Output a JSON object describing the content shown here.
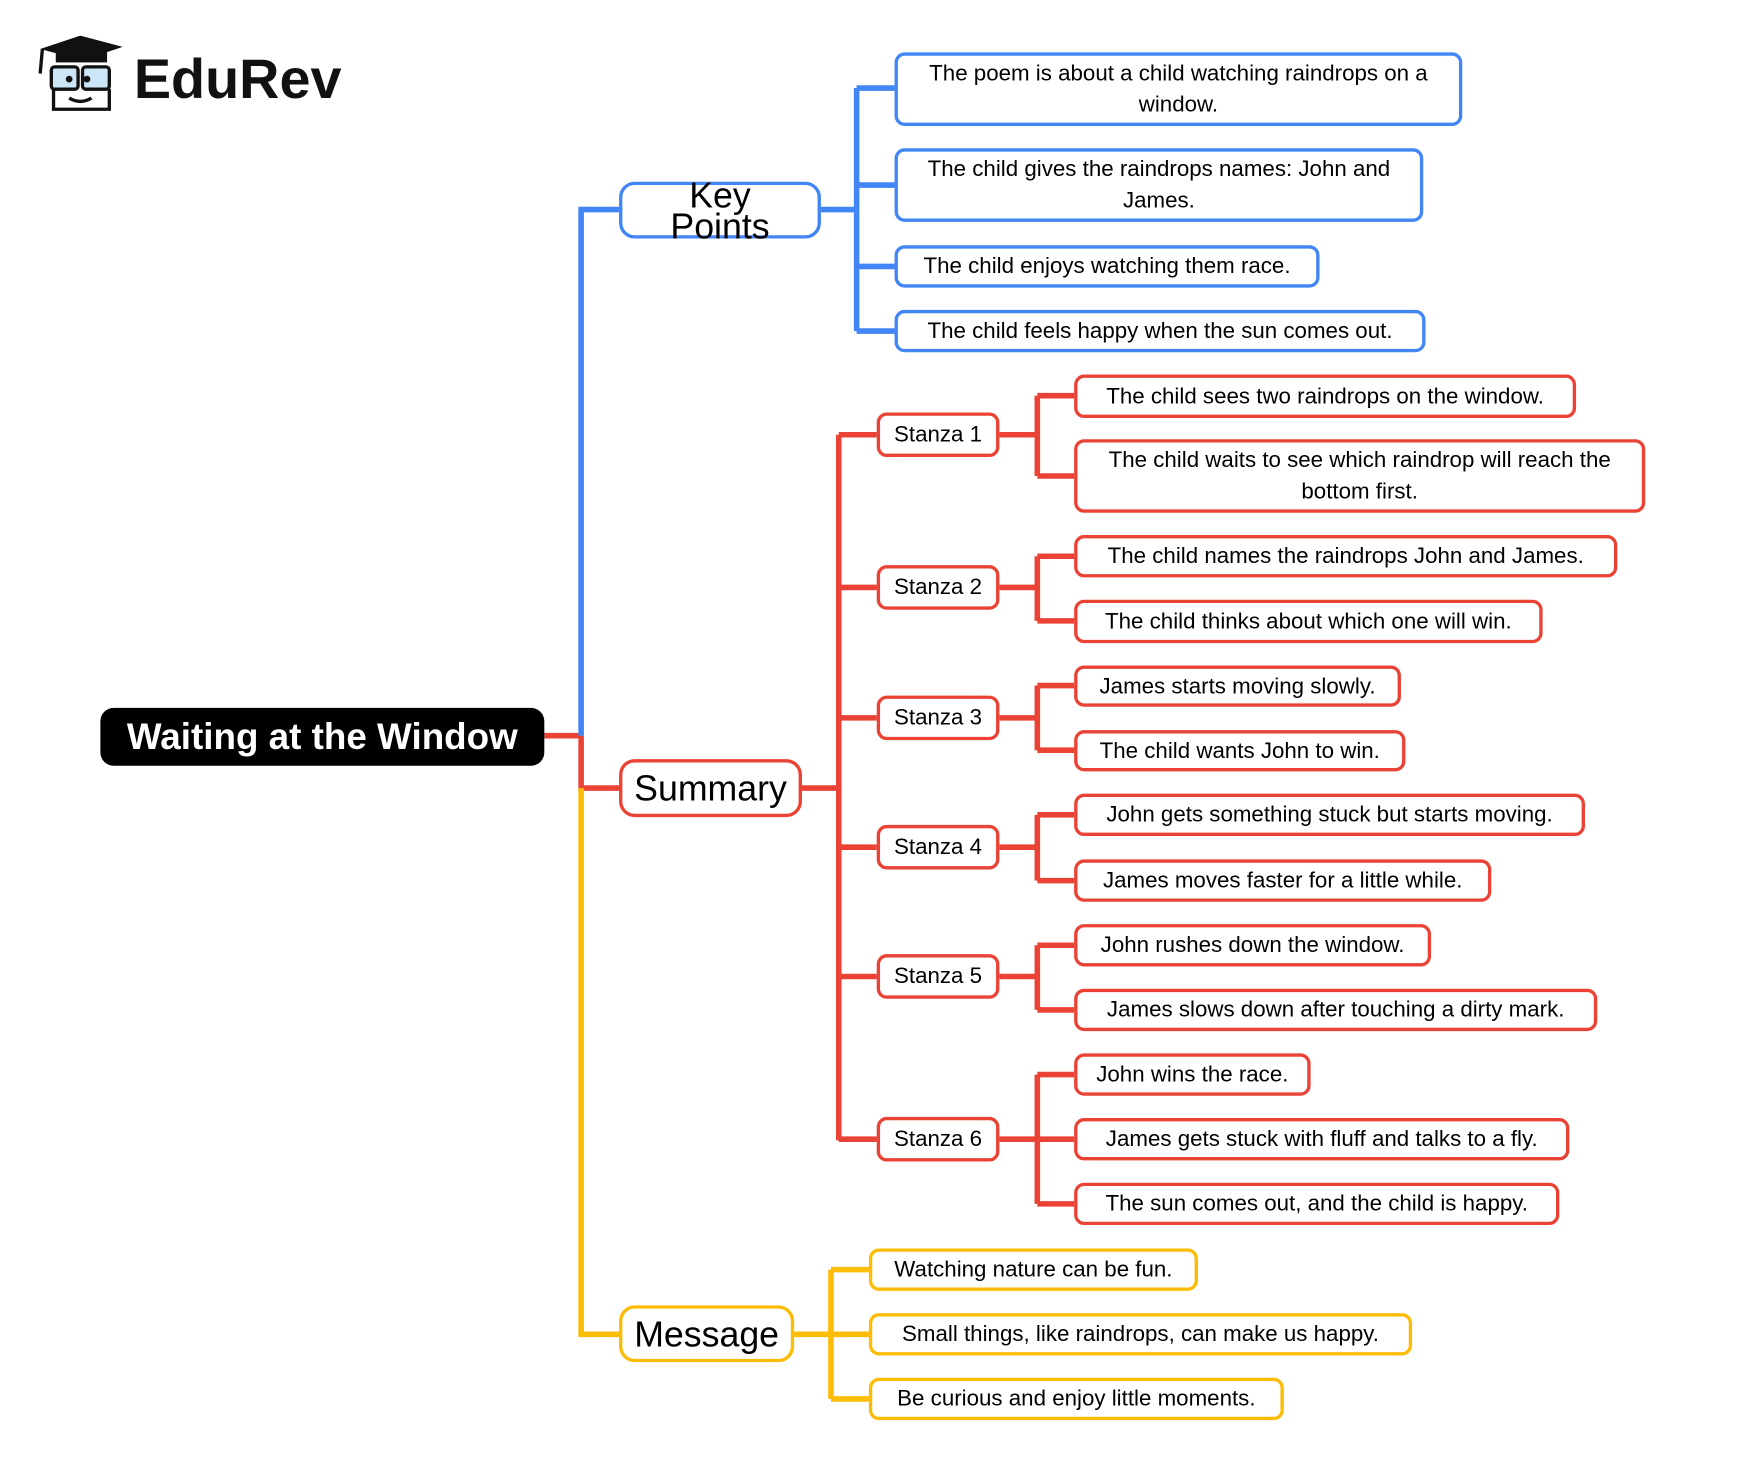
{
  "logo": {
    "text": "EduRev"
  },
  "colors": {
    "key_points": "#4285F4",
    "summary": "#EA4335",
    "message": "#FBBC05",
    "root": "#000000"
  },
  "root": {
    "title": "Waiting at the Window"
  },
  "key_points": {
    "label": "Key Points",
    "items": [
      "The poem is about a child watching raindrops on a window.",
      "The child gives the raindrops names: John and James.",
      "The child enjoys watching them race.",
      "The child feels happy when the sun comes out."
    ]
  },
  "summary": {
    "label": "Summary",
    "stanzas": [
      {
        "label": "Stanza 1",
        "items": [
          "The child sees two raindrops on the window.",
          "The child waits to see which raindrop will reach the bottom first."
        ]
      },
      {
        "label": "Stanza 2",
        "items": [
          "The child names the raindrops John and James.",
          "The child thinks about which one will win."
        ]
      },
      {
        "label": "Stanza 3",
        "items": [
          "James starts moving slowly.",
          "The child wants John to win."
        ]
      },
      {
        "label": "Stanza 4",
        "items": [
          "John gets something stuck but starts moving.",
          "James moves faster for a little while."
        ]
      },
      {
        "label": "Stanza 5",
        "items": [
          "John rushes down the window.",
          "James slows down after touching a dirty mark."
        ]
      },
      {
        "label": "Stanza 6",
        "items": [
          "John wins the race.",
          "James gets stuck with fluff and talks to a fly.",
          "The sun comes out, and the child is happy."
        ]
      }
    ]
  },
  "message": {
    "label": "Message",
    "items": [
      "Watching nature can be fun.",
      "Small things, like raindrops, can make us happy.",
      "Be curious and enjoy little moments."
    ]
  }
}
